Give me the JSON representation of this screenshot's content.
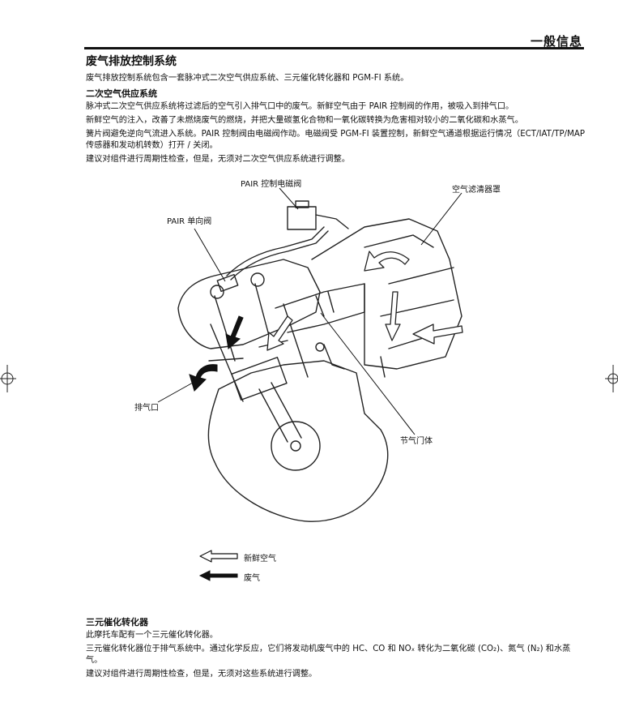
{
  "header": {
    "title": "一般信息"
  },
  "section": {
    "title": "废气排放控制系统",
    "intro": "废气排放控制系统包含一套脉冲式二次空气供应系统、三元催化转化器和 PGM-FI 系统。",
    "secondary_air": {
      "title": "二次空气供应系统",
      "paragraphs": [
        "脉冲式二次空气供应系统将过滤后的空气引入排气口中的废气。新鲜空气由于 PAIR 控制阀的作用，被吸入到排气口。",
        "新鲜空气的注入，改善了未燃烧废气的燃烧，并把大量碳氢化合物和一氧化碳转换为危害相对较小的二氧化碳和水蒸气。",
        "簧片阀避免逆向气流进入系统。PAIR 控制阀由电磁阀作动。电磁阀受 PGM-FI 装置控制，新鲜空气通道根据运行情况（ECT/IAT/TP/MAP 传感器和发动机转数）打开 / 关闭。",
        "建议对组件进行周期性检查，但是，无须对二次空气供应系统进行调整。"
      ]
    }
  },
  "diagram": {
    "labels": {
      "pair_solenoid": "PAIR 控制电磁阀",
      "air_cleaner": "空气滤清器罩",
      "pair_check_valve": "PAIR 单向阀",
      "exhaust_port": "排气口",
      "throttle_body": "节气门体"
    },
    "legend": {
      "fresh_air": "新鲜空气",
      "exhaust_gas": "废气"
    }
  },
  "catalyst": {
    "title": "三元催化转化器",
    "paragraphs": [
      "此摩托车配有一个三元催化转化器。",
      "三元催化转化器位于排气系统中。通过化学反应，它们将发动机废气中的 HC、CO 和 NOₓ 转化为二氧化碳 (CO₂)、氮气 (N₂) 和水蒸气。",
      "建议对组件进行周期性检查，但是，无须对这些系统进行调整。"
    ]
  }
}
